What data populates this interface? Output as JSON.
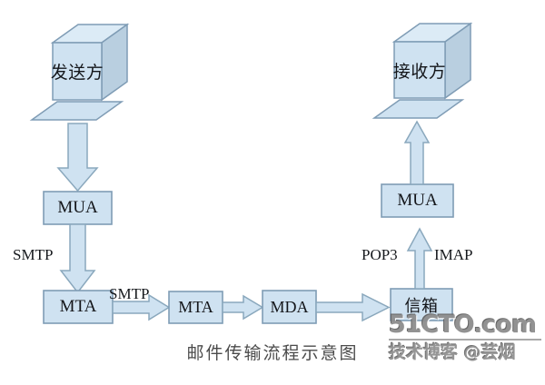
{
  "diagram": {
    "caption": "邮件传输流程示意图",
    "colors": {
      "box_fill": "#cfe2f1",
      "box_stroke": "#7f9cb5",
      "cube_front": "#cfe2f1",
      "cube_top": "#dcebf6",
      "cube_side": "#b9cfe0",
      "arrow_fill": "#cfe2f1",
      "arrow_stroke": "#8aa8bd",
      "text": "#14161a",
      "caption_text": "#4b4b4b",
      "background": "#ffffff"
    },
    "nodes": [
      {
        "id": "sender",
        "label": "发送方",
        "shape": "cube",
        "script": "cjk"
      },
      {
        "id": "receiver",
        "label": "接收方",
        "shape": "cube",
        "script": "cjk"
      },
      {
        "id": "mua_left",
        "label": "MUA",
        "shape": "rectangle",
        "script": "latin"
      },
      {
        "id": "mua_right",
        "label": "MUA",
        "shape": "rectangle",
        "script": "latin"
      },
      {
        "id": "mta_left",
        "label": "MTA",
        "shape": "rectangle",
        "script": "latin"
      },
      {
        "id": "mta_mid",
        "label": "MTA",
        "shape": "rectangle",
        "script": "latin"
      },
      {
        "id": "mda",
        "label": "MDA",
        "shape": "rectangle",
        "script": "latin"
      },
      {
        "id": "mailbox",
        "label": "信箱",
        "shape": "rectangle",
        "script": "cjk"
      }
    ],
    "edges": [
      {
        "id": "sender-to-mua",
        "from": "sender",
        "to": "mua_left",
        "label": "",
        "direction": "down"
      },
      {
        "id": "mua-to-mta",
        "from": "mua_left",
        "to": "mta_left",
        "label": "SMTP",
        "direction": "down"
      },
      {
        "id": "mta-to-mta",
        "from": "mta_left",
        "to": "mta_mid",
        "label": "SMTP",
        "direction": "right"
      },
      {
        "id": "mta-to-mda",
        "from": "mta_mid",
        "to": "mda",
        "label": "",
        "direction": "right"
      },
      {
        "id": "mda-to-mailbox",
        "from": "mda",
        "to": "mailbox",
        "label": "",
        "direction": "right"
      },
      {
        "id": "mailbox-to-mua",
        "from": "mailbox",
        "to": "mua_right",
        "label": "POP3",
        "label2": "IMAP",
        "direction": "up"
      },
      {
        "id": "mua-to-receiver",
        "from": "mua_right",
        "to": "receiver",
        "label": "",
        "direction": "up"
      }
    ],
    "edge_labels": {
      "smtp_vertical": "SMTP",
      "smtp_horizontal": "SMTP",
      "pop3": "POP3",
      "imap": "IMAP"
    }
  },
  "watermark": {
    "site": "51CTO.com",
    "tagline": "技术博客 @芸烟"
  }
}
